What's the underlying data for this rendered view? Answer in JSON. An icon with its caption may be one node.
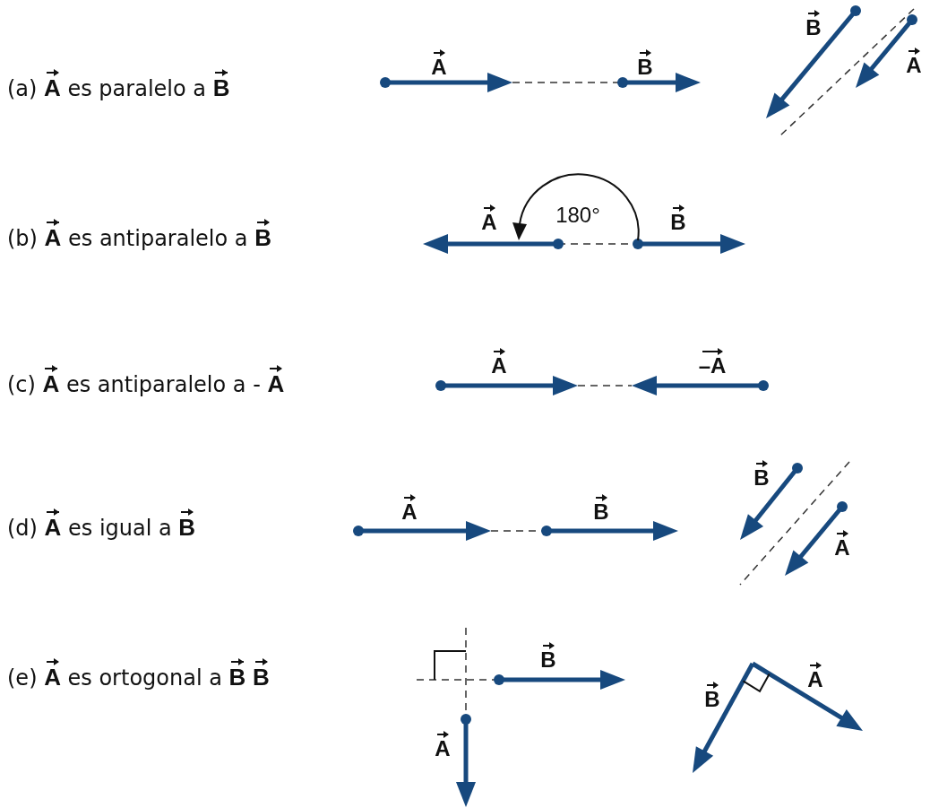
{
  "diagram": {
    "labels": [
      "(a) **A** es paralelo a **B**",
      "A",
      "B",
      "B",
      "A",
      "(b) **A** es antiparalelo a **B**",
      "A",
      "180°",
      "B",
      "(c) **A** es antiparalelo a - **A**",
      "A",
      "–A",
      "(d) **A** es igual a **B**",
      "A",
      "B",
      "B",
      "A",
      "(e) **A** es ortogonal a **B** **B**",
      "B",
      "A",
      "B",
      "A"
    ]
  }
}
